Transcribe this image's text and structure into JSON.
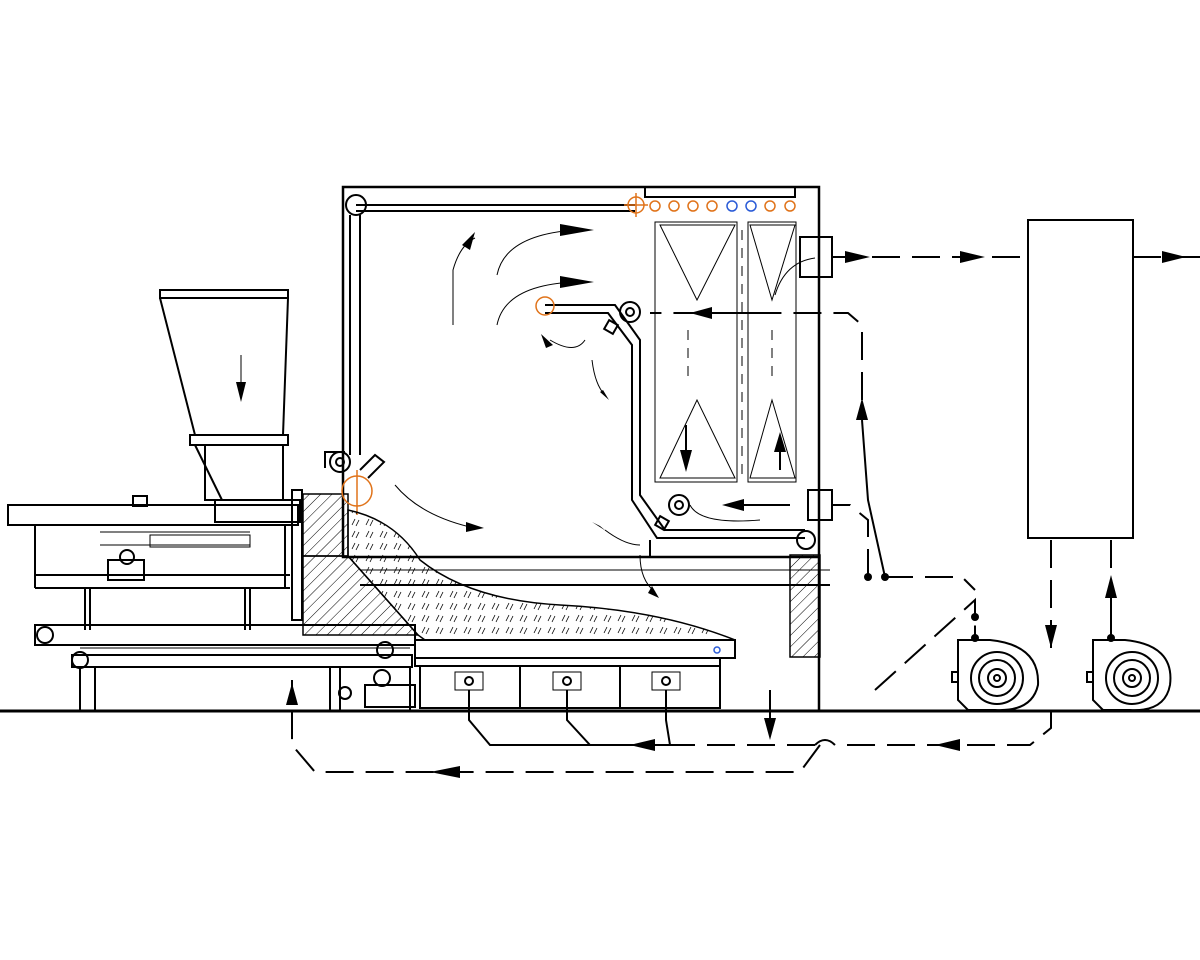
{
  "diagram": {
    "type": "boiler-process-schematic",
    "colors": {
      "line": "#000000",
      "background": "#ffffff",
      "marker_orange": "#e0731a",
      "marker_blue": "#2a5bd7"
    },
    "components": [
      {
        "name": "fuel-hopper",
        "icon": "hopper"
      },
      {
        "name": "feeder-conveyor",
        "icon": "conveyor"
      },
      {
        "name": "furnace-chamber",
        "icon": "chamber"
      },
      {
        "name": "tube-bank",
        "icon": "heat-exchanger"
      },
      {
        "name": "grate-conveyor",
        "icon": "grate"
      },
      {
        "name": "air-boxes",
        "icon": "air-box"
      },
      {
        "name": "flue-gas-unit",
        "icon": "box"
      },
      {
        "name": "blower-fan-1",
        "icon": "fan"
      },
      {
        "name": "blower-fan-2",
        "icon": "fan"
      }
    ]
  }
}
